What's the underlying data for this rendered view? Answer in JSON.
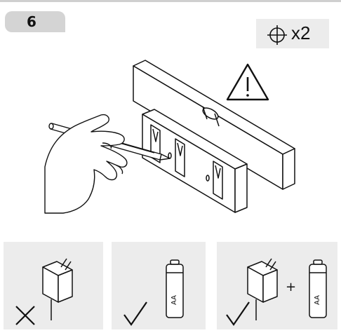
{
  "step": {
    "number": "6"
  },
  "quantity": {
    "icon": "screw-crosshair-icon",
    "text": "x2"
  },
  "illustration": {
    "icons": [
      "warning-triangle-icon",
      "spirit-level",
      "pencil",
      "hand",
      "wall-mount-bracket"
    ]
  },
  "power_options": [
    {
      "icon": "power-adapter-icon",
      "status": "not-allowed",
      "mark": "cross"
    },
    {
      "icon": "aa-battery-icon",
      "label": "AA",
      "status": "allowed",
      "mark": "check"
    },
    {
      "icon": "power-adapter-plus-battery-icon",
      "label": "AA",
      "joiner": "+",
      "status": "allowed",
      "mark": "check"
    }
  ]
}
